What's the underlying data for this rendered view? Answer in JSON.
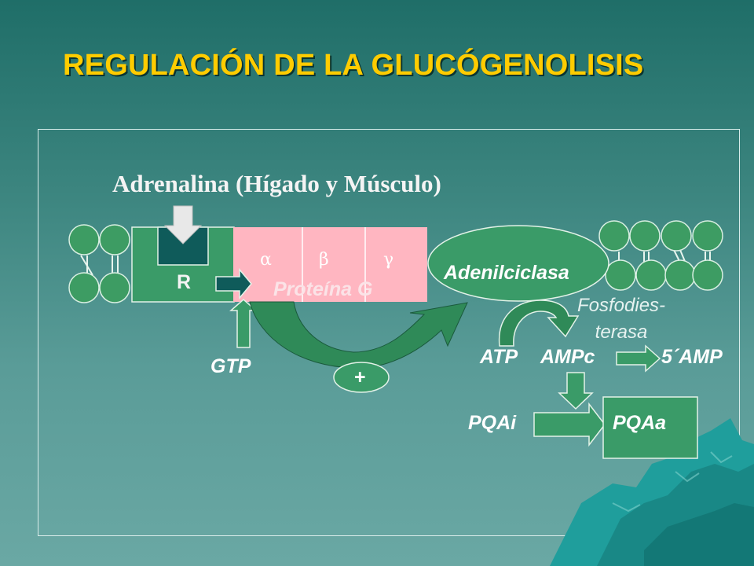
{
  "slide": {
    "title": "REGULACIÓN DE LA GLUCÓGENOLISIS",
    "hormone": "Adrenalina (Hígado y Músculo)",
    "receptor_label": "R",
    "protein_g": {
      "label": "Proteína G",
      "subunits": [
        "α",
        "β",
        "γ"
      ]
    },
    "gtp": "GTP",
    "plus": "+",
    "enzyme": "Adenilciclasa",
    "phosphodiesterase": "Fosfodies-\nterasa",
    "atp": "ATP",
    "amp_c": "AMPc",
    "amp_5": "5´AMP",
    "pqa_i": "PQAi",
    "pqa_a": "PQAa"
  },
  "colors": {
    "title": "#ffcc00",
    "green_box": "#3a9b68",
    "dark_teal": "#0f5b5a",
    "pink": "#ffb6c1",
    "mountain": "#1f9e9c"
  }
}
